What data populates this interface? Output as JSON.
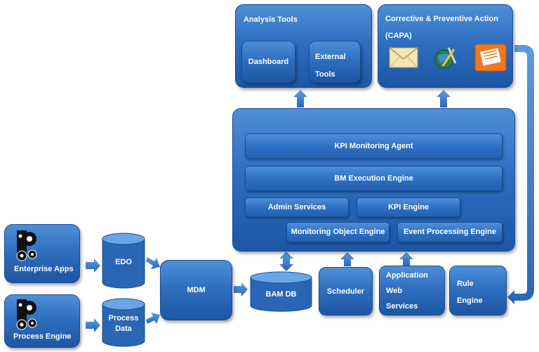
{
  "analysis_tools": {
    "title": "Analysis Tools",
    "dashboard": "Dashboard",
    "external_tools": [
      "External",
      "Tools"
    ]
  },
  "capa": {
    "title_lines": [
      "Corrective & Preventive Action",
      "(CAPA)"
    ],
    "icons": [
      "envelope-icon",
      "globe-tools-icon",
      "printer-document-icon"
    ]
  },
  "bam": {
    "kpi_agent": "KPI Monitoring  Agent",
    "execution_engine": "BM Execution Engine",
    "admin_services": "Admin Services",
    "kpi_engine": "KPI Engine",
    "monitoring_object_engine": "Monitoring Object Engine",
    "event_processing_engine": "Event Processing Engine"
  },
  "sources": {
    "enterprise_apps": "Enterprise Apps",
    "process_engine": "Process Engine",
    "source_icon": "gears-logo-icon"
  },
  "stores": {
    "edo": "EDO",
    "process_data": [
      "Process",
      "Data"
    ],
    "bam_db": "BAM DB"
  },
  "mdm": "MDM",
  "services": {
    "scheduler": "Scheduler",
    "application_web_services": [
      "Application",
      "Web",
      "Services"
    ],
    "rule_engine": [
      "Rule",
      "Engine"
    ]
  },
  "colors": {
    "box": "#2f6fc0",
    "arrow": "#3a78c8",
    "border": "#1a4d94"
  }
}
